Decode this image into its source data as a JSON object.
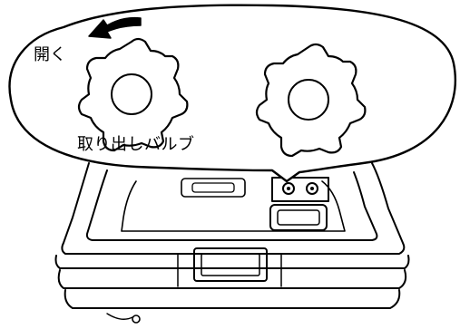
{
  "labels": {
    "open": "開く",
    "outlet_valve": "取り出しバルブ"
  },
  "icons": {
    "rotation_arrow": "curved-arrow-counterclockwise",
    "left_knob": "gear-knob",
    "right_knob": "gear-knob"
  },
  "colors": {
    "line": "#000000",
    "background": "#ffffff"
  }
}
